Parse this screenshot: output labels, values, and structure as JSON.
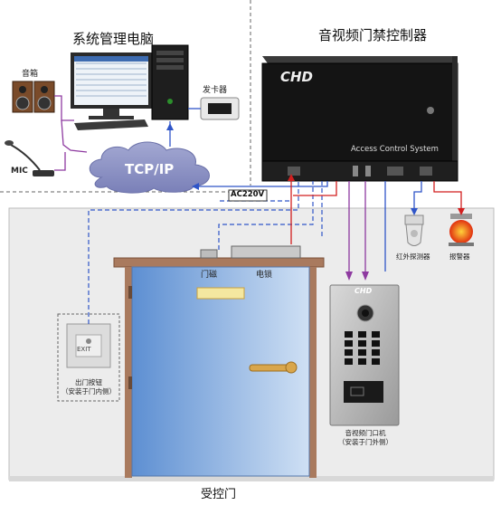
{
  "titles": {
    "left": "系统管理电脑",
    "right": "音视频门禁控制器",
    "bottom": "受控门"
  },
  "labels": {
    "speaker": "音箱",
    "mic": "MIC",
    "card_issuer": "发卡器",
    "network": "TCP/IP",
    "power": "AC220V",
    "door_magnet": "门磁",
    "electric_lock": "电锁",
    "ir_detector": "红外探测器",
    "alarm": "报警器",
    "exit_button_line1": "出门按钮",
    "exit_button_line2": "（安装于门内侧）",
    "intercom_line1": "音视频门口机",
    "intercom_line2": "（安装于门外侧）"
  },
  "device_text": {
    "controller_logo": "CHD",
    "controller_name": "Access Control System",
    "intercom_logo": "CHD",
    "exit_button_text": "EXIT"
  },
  "colors": {
    "purple_line": "#8e3aa0",
    "red_line": "#d21f1f",
    "blue_line": "#2f55c8",
    "door_blue": "#7aa6dc",
    "cloud": "#8e95c6",
    "wall": "#e9e9e9"
  }
}
